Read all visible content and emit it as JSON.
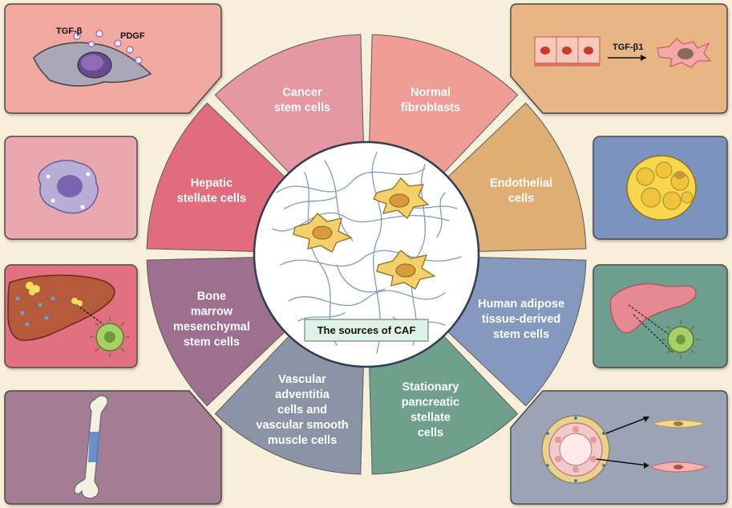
{
  "title": "The sources of CAF",
  "sources": [
    {
      "id": "normal-fibroblasts",
      "lines": [
        "Normal",
        "fibroblasts"
      ],
      "color": "#ef9d95"
    },
    {
      "id": "endothelial-cells",
      "lines": [
        "Endothelial",
        "cells"
      ],
      "color": "#dfae72"
    },
    {
      "id": "adipose-stem-cells",
      "lines": [
        "Human adipose",
        "tissue-derived",
        "stem cells"
      ],
      "color": "#8599bf"
    },
    {
      "id": "pancreatic-stellate-cells",
      "lines": [
        "Stationary",
        "pancreatic",
        "stellate",
        "cells"
      ],
      "color": "#6fa08e"
    },
    {
      "id": "vascular-cells",
      "lines": [
        "Vascular",
        "adventitia",
        "cells and",
        "vascular smooth",
        "muscle cells"
      ],
      "color": "#8a94a6"
    },
    {
      "id": "bone-marrow-msc",
      "lines": [
        "Bone",
        "marrow",
        "mesenchymal",
        "stem cells"
      ],
      "color": "#9e6f8e"
    },
    {
      "id": "hepatic-stellate-cells",
      "lines": [
        "Hepatic",
        "stellate cells"
      ],
      "color": "#e06c7e"
    },
    {
      "id": "cancer-stem-cells",
      "lines": [
        "Cancer",
        "stem cells"
      ],
      "color": "#e597a2"
    }
  ],
  "panel_labels": {
    "tgf_beta": "TGF-β",
    "pdgf": "PDGF",
    "tgf_beta1": "TGF-β1"
  },
  "colors": {
    "background": "#f7efd9",
    "center": "#ffffff",
    "fiber": "#7f9bc4",
    "caf_cell": "#f4d06a",
    "title_box": "#dff0e6"
  }
}
